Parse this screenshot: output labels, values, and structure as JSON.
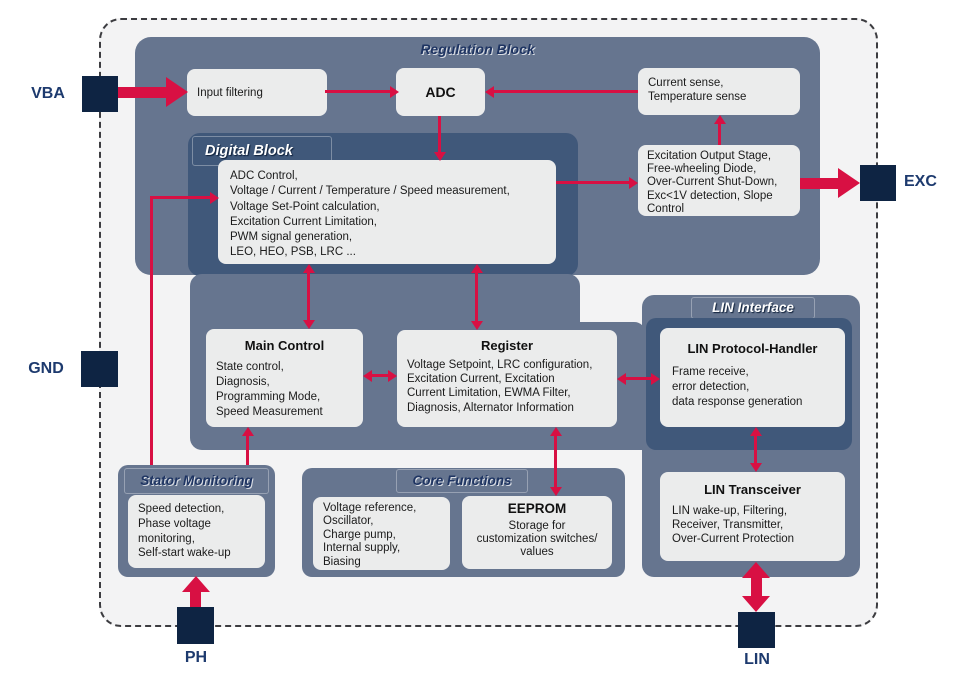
{
  "diagram": {
    "pins": {
      "vba": "VBA",
      "gnd": "GND",
      "exc": "EXC",
      "ph": "PH",
      "lin": "LIN"
    },
    "regulation_block": {
      "title": "Regulation Block"
    },
    "input_filtering": {
      "text": "Input filtering"
    },
    "adc": {
      "title": "ADC"
    },
    "current_sense": {
      "text": "Current sense,\nTemperature sense"
    },
    "excitation_stage": {
      "text": "Excitation Output Stage,\nFree-wheeling Diode,\nOver-Current Shut-Down,\nExc<1V detection, Slope\nControl"
    },
    "digital_block": {
      "title": "Digital Block",
      "functions": "ADC Control,\nVoltage / Current / Temperature / Speed measurement,\nVoltage Set-Point calculation,\nExcitation Current Limitation,\nPWM signal generation,\nLEO, HEO, PSB, LRC ..."
    },
    "main_control": {
      "title": "Main Control",
      "text": "State control,\nDiagnosis,\nProgramming Mode,\nSpeed Measurement"
    },
    "register": {
      "title": "Register",
      "text": "Voltage Setpoint, LRC configuration,\nExcitation Current, Excitation\nCurrent Limitation, EWMA Filter,\nDiagnosis, Alternator Information"
    },
    "lin_interface": {
      "title": "LIN Interface"
    },
    "lin_protocol_handler": {
      "title": "LIN Protocol-Handler",
      "text": "Frame receive,\nerror detection,\ndata response generation"
    },
    "lin_transceiver": {
      "title": "LIN Transceiver",
      "text": "LIN wake-up, Filtering,\nReceiver, Transmitter,\nOver-Current Protection"
    },
    "stator_monitoring": {
      "title": "Stator Monitoring",
      "text": "Speed detection,\nPhase voltage\nmonitoring,\nSelf-start wake-up"
    },
    "core_functions": {
      "title": "Core Functions",
      "analog_text": "Voltage reference,\nOscillator,\nCharge pump,\nInternal supply,\nBiasing"
    },
    "eeprom": {
      "title": "EEPROM",
      "text": "Storage for\ncustomization switches/\nvalues"
    }
  },
  "colors": {
    "accent_red": "#d81043",
    "block_medium": "#66758f",
    "block_dark": "#40587a",
    "box_background": "#ebecec",
    "pin_navy": "#0e2443",
    "label_navy": "#1d3a6e",
    "chip_background": "#f3f3f4"
  }
}
